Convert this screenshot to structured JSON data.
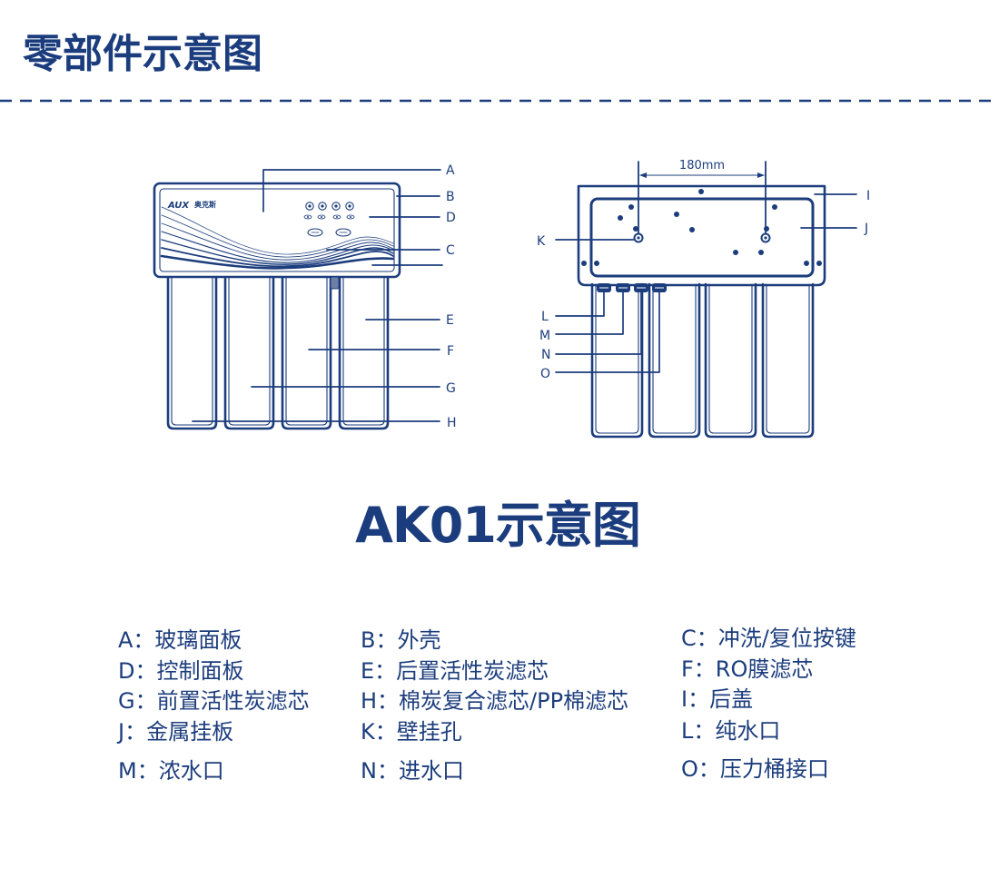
{
  "header": {
    "title": "零部件示意图"
  },
  "front_view": {
    "logo": {
      "brand": "AUX",
      "brand_cn": "奥克斯"
    },
    "labels": {
      "A": "A",
      "B": "B",
      "C": "C",
      "D": "D",
      "E": "E",
      "F": "F",
      "G": "G",
      "H": "H"
    }
  },
  "back_view": {
    "dimension": "180mm",
    "labels": {
      "I": "I",
      "J": "J",
      "K": "K",
      "L": "L",
      "M": "M",
      "N": "N",
      "O": "O"
    }
  },
  "model_title": "AK01示意图",
  "legend": {
    "columns": [
      [
        "A：玻璃面板",
        "D：控制面板",
        "G：前置活性炭滤芯",
        "J：金属挂板",
        "M：浓水口"
      ],
      [
        "B：外壳",
        "E：后置活性炭滤芯",
        "H：棉炭复合滤芯/PP棉滤芯",
        "K：壁挂孔",
        "N：进水口"
      ],
      [
        "C：冲洗/复位按键",
        "F：RO膜滤芯",
        "I：后盖",
        "L：纯水口",
        "O：压力桶接口"
      ]
    ]
  },
  "colors": {
    "primary": "#1c3d7d",
    "background": "#ffffff"
  }
}
